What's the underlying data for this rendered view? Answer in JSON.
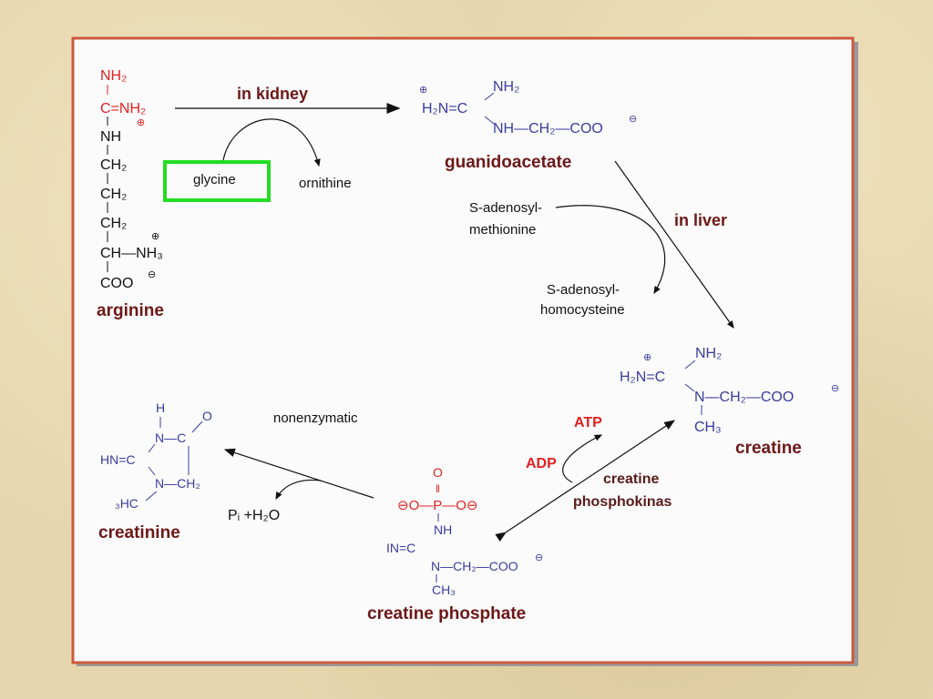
{
  "colors": {
    "frame": "#cc5a3c",
    "box": "#22dd22",
    "molecule": "#3b3ba0",
    "highlight": "#e32020",
    "label": "#6e1717"
  },
  "arginine": {
    "label": "arginine",
    "nh2_top": "NH₂",
    "bond_v": "|",
    "c_nh2": "C=NH₂",
    "plus": "⊕",
    "nh": "NH",
    "ch2": "CH₂",
    "ch_nh3": "CH—NH₃",
    "plus2": "⊕",
    "coo": "COO",
    "minus": "⊖"
  },
  "kidney": {
    "label": "in kidney",
    "glycine": "glycine",
    "ornithine": "ornithine"
  },
  "guanidoacetate": {
    "label": "guanidoacetate",
    "plus": "⊕",
    "h2n_c": "H₂N=C",
    "nh2": "NH₂",
    "chain": "NH—CH₂—COO",
    "minus": "⊖"
  },
  "liver": {
    "label": "in liver",
    "sam1": "S-adenosyl-",
    "sam2": "methionine",
    "sah1": "S-adenosyl-",
    "sah2": "homocysteine"
  },
  "creatine": {
    "label": "creatine",
    "plus": "⊕",
    "h2n_c": "H₂N=C",
    "nh2": "NH₂",
    "chain": "N—CH₂—COO",
    "minus": "⊖",
    "ch3": "CH₃"
  },
  "kinase": {
    "atp": "ATP",
    "adp": "ADP",
    "label1": "creatine",
    "label2": "phosphokinas"
  },
  "creatine_phosphate": {
    "label": "creatine phosphate",
    "o": "O",
    "double": "‖",
    "phos": "⊖O—P—O⊖",
    "nh": "NH",
    "in_c": "IN=C",
    "chain": "N—CH₂—COO",
    "minus": "⊖",
    "ch3": "CH₃"
  },
  "nonenzymatic": {
    "label": "nonenzymatic",
    "products": "Pᵢ +H₂O"
  },
  "creatinine": {
    "label": "creatinine",
    "h": "H",
    "n_c": "N—C",
    "o": "O",
    "hn_c": "HN=C",
    "n_ch2": "N—CH₂",
    "h3c": "₃HC"
  }
}
